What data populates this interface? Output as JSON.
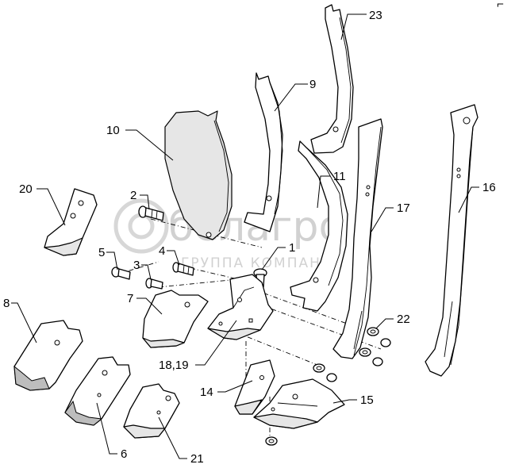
{
  "watermark": {
    "brand": "белагро",
    "tagline": "ГРУППА КОМПАНИЙ"
  },
  "corner_mark": "⌐",
  "callouts": [
    {
      "id": "c23",
      "label": "23"
    },
    {
      "id": "c9",
      "label": "9"
    },
    {
      "id": "c10",
      "label": "10"
    },
    {
      "id": "c11",
      "label": "11"
    },
    {
      "id": "c16",
      "label": "16"
    },
    {
      "id": "c17",
      "label": "17"
    },
    {
      "id": "c20",
      "label": "20"
    },
    {
      "id": "c2",
      "label": "2"
    },
    {
      "id": "c1",
      "label": "1"
    },
    {
      "id": "c5",
      "label": "5"
    },
    {
      "id": "c4",
      "label": "4"
    },
    {
      "id": "c3",
      "label": "3"
    },
    {
      "id": "c7",
      "label": "7"
    },
    {
      "id": "c8",
      "label": "8"
    },
    {
      "id": "c22",
      "label": "22"
    },
    {
      "id": "c18",
      "label": "18,19"
    },
    {
      "id": "c14",
      "label": "14"
    },
    {
      "id": "c15",
      "label": "15"
    },
    {
      "id": "c6",
      "label": "6"
    },
    {
      "id": "c21",
      "label": "21"
    }
  ]
}
